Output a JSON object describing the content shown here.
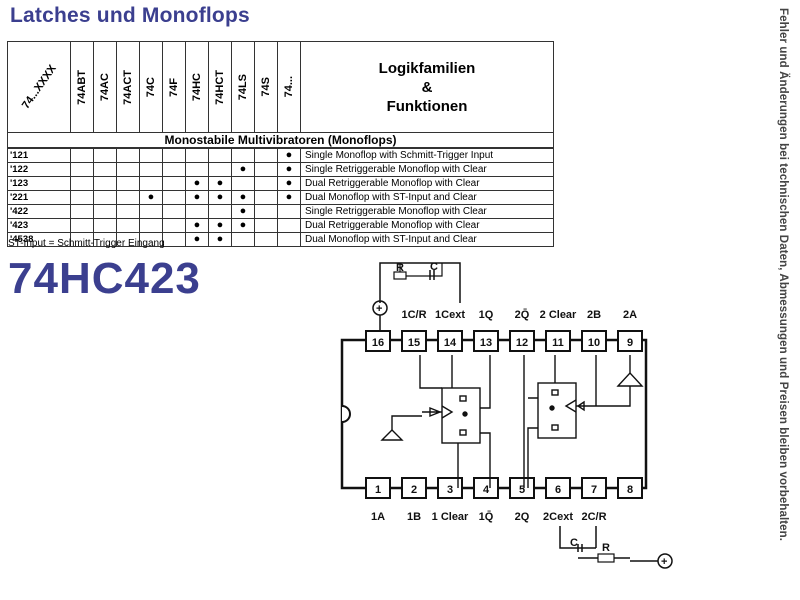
{
  "title": "Latches und Monoflops",
  "side_note": "Fehler und Änderungen bei technischen Daten, Abmessungen und Preisen bleiben vorbehalten.",
  "table": {
    "corner_label": "74...XXXX",
    "families": [
      "74ABT",
      "74AC",
      "74ACT",
      "74C",
      "74F",
      "74HC",
      "74HCT",
      "74LS",
      "74S",
      "74..."
    ],
    "logic_header": [
      "Logikfamilien",
      "&",
      "Funktionen"
    ],
    "section": "Monostabile Multivibratoren (Monoflops)",
    "rows": [
      {
        "code": "'121",
        "marks": [
          0,
          0,
          0,
          0,
          0,
          0,
          0,
          0,
          0,
          1
        ],
        "desc": "Single Monoflop with Schmitt-Trigger Input"
      },
      {
        "code": "'122",
        "marks": [
          0,
          0,
          0,
          0,
          0,
          0,
          0,
          1,
          0,
          1
        ],
        "desc": "Single Retriggerable Monoflop with Clear"
      },
      {
        "code": "'123",
        "marks": [
          0,
          0,
          0,
          0,
          0,
          1,
          1,
          0,
          0,
          1
        ],
        "desc": "Dual Retriggerable Monoflop with Clear"
      },
      {
        "code": "'221",
        "marks": [
          0,
          0,
          0,
          1,
          0,
          1,
          1,
          1,
          0,
          1
        ],
        "desc": "Dual Monoflop with ST-Input and Clear"
      },
      {
        "code": "'422",
        "marks": [
          0,
          0,
          0,
          0,
          0,
          0,
          0,
          1,
          0,
          0
        ],
        "desc": "Single Retriggerable Monoflop with Clear"
      },
      {
        "code": "'423",
        "marks": [
          0,
          0,
          0,
          0,
          0,
          1,
          1,
          1,
          0,
          0
        ],
        "desc": "Dual Retriggerable Monoflop with Clear"
      },
      {
        "code": "'4538",
        "marks": [
          0,
          0,
          0,
          0,
          0,
          1,
          1,
          0,
          0,
          0
        ],
        "desc": "Dual Monoflop with ST-Input and Clear"
      }
    ]
  },
  "footnote": "ST-Input = Schmitt-Trigger Eingang",
  "part_number": "74HC423",
  "pinout": {
    "top_pins": [
      "16",
      "15",
      "14",
      "13",
      "12",
      "11",
      "10",
      "9"
    ],
    "top_labels": [
      "1C/R",
      "1Cext",
      "1Q",
      "2Q̄",
      "2 Clear",
      "2B",
      "2A"
    ],
    "bottom_pins": [
      "1",
      "2",
      "3",
      "4",
      "5",
      "6",
      "7",
      "8"
    ],
    "bottom_labels": [
      "1A",
      "1B",
      "1 Clear",
      "1Q̄",
      "2Q",
      "2Cext",
      "2C/R"
    ],
    "r_label": "R",
    "c_label": "C",
    "plus_symbol": "+"
  }
}
